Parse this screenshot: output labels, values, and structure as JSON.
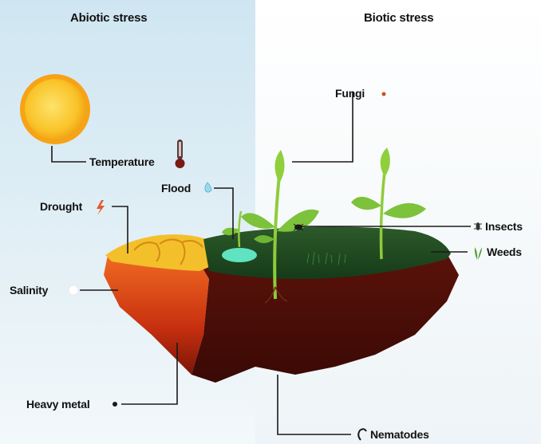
{
  "headers": {
    "abiotic": "Abiotic stress",
    "biotic": "Biotic stress"
  },
  "labels": {
    "temperature": "Temperature",
    "flood": "Flood",
    "drought": "Drought",
    "salinity": "Salinity",
    "heavy_metal": "Heavy metal",
    "fungi": "Fungi",
    "insects": "Insects",
    "weeds": "Weeds",
    "nematodes": "Nematodes"
  },
  "colors": {
    "abiotic_bg": "#dcecf4",
    "biotic_bg": "#f0f5f8",
    "sun": "#f5b21c",
    "sun_core": "#fcd13a",
    "dry_soil": "#e8551e",
    "dry_top": "#f3c02c",
    "grass": "#1f4a22",
    "soil_dark": "#4a0d08",
    "leaf": "#7cc23a",
    "water": "#5ee0c0",
    "line": "#1a1a1a"
  }
}
